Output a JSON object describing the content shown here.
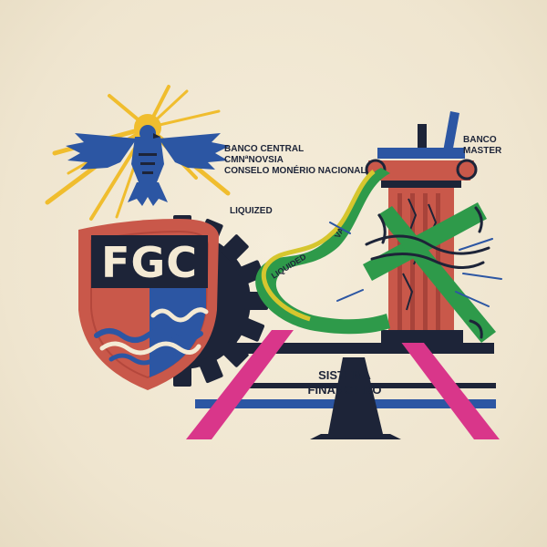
{
  "shield": {
    "letters": "FGC"
  },
  "labels": {
    "banco_central_lines": [
      "BANCO CENTRAL",
      "CMNªNOVSIA",
      "CONSELO MONÉRIO NACIONAL"
    ],
    "liquized": "LIQUIZED",
    "banco_master_lines": [
      "BANCO",
      "MASTER"
    ],
    "sistema_lines": [
      "SISTEMA",
      "FINANCIERO"
    ],
    "ribbon_liquided": "LIQUIDED",
    "ribbon_va": "VA"
  },
  "colors": {
    "background": "#f0e7d4",
    "navy": "#1d2438",
    "blue": "#2c56a3",
    "red": "#c9584a",
    "gold": "#f0bd2e",
    "green": "#2e9a4a",
    "yellow_green": "#d6c62e",
    "magenta": "#d9368a",
    "cream": "#f4ead4"
  },
  "icons": [
    "eagle-icon",
    "sun-rays-icon",
    "gear-icon",
    "shield-icon",
    "waves-icon",
    "column-icon",
    "chain-icon"
  ]
}
